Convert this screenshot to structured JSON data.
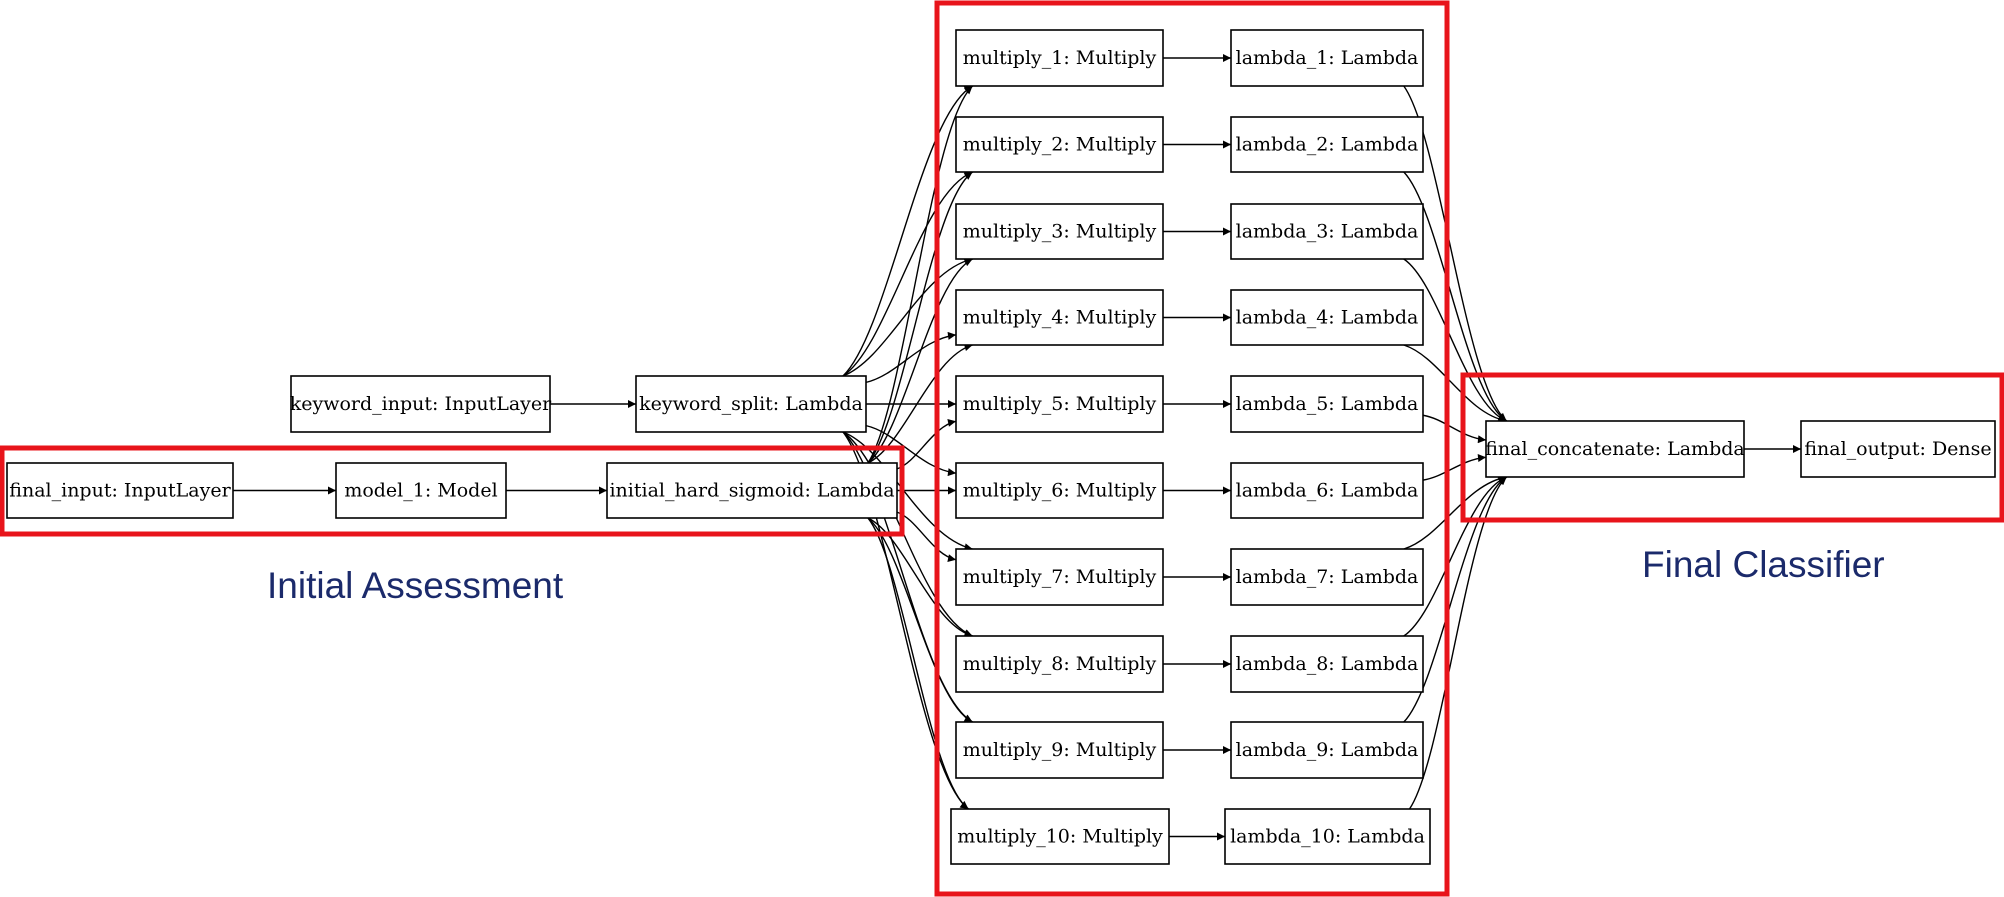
{
  "diagram": {
    "nodes": {
      "final_input": "final_input: InputLayer",
      "model_1": "model_1: Model",
      "initial_hard_sigmoid": "initial_hard_sigmoid: Lambda",
      "keyword_input": "keyword_input: InputLayer",
      "keyword_split": "keyword_split: Lambda",
      "multiply_1": "multiply_1: Multiply",
      "multiply_2": "multiply_2: Multiply",
      "multiply_3": "multiply_3: Multiply",
      "multiply_4": "multiply_4: Multiply",
      "multiply_5": "multiply_5: Multiply",
      "multiply_6": "multiply_6: Multiply",
      "multiply_7": "multiply_7: Multiply",
      "multiply_8": "multiply_8: Multiply",
      "multiply_9": "multiply_9: Multiply",
      "multiply_10": "multiply_10: Multiply",
      "lambda_1": "lambda_1: Lambda",
      "lambda_2": "lambda_2: Lambda",
      "lambda_3": "lambda_3: Lambda",
      "lambda_4": "lambda_4: Lambda",
      "lambda_5": "lambda_5: Lambda",
      "lambda_6": "lambda_6: Lambda",
      "lambda_7": "lambda_7: Lambda",
      "lambda_8": "lambda_8: Lambda",
      "lambda_9": "lambda_9: Lambda",
      "lambda_10": "lambda_10: Lambda",
      "final_concatenate": "final_concatenate: Lambda",
      "final_output": "final_output: Dense"
    },
    "edges": [
      [
        "final_input",
        "model_1"
      ],
      [
        "model_1",
        "initial_hard_sigmoid"
      ],
      [
        "keyword_input",
        "keyword_split"
      ],
      [
        "keyword_split",
        "multiply_1"
      ],
      [
        "keyword_split",
        "multiply_2"
      ],
      [
        "keyword_split",
        "multiply_3"
      ],
      [
        "keyword_split",
        "multiply_4"
      ],
      [
        "keyword_split",
        "multiply_5"
      ],
      [
        "keyword_split",
        "multiply_6"
      ],
      [
        "keyword_split",
        "multiply_7"
      ],
      [
        "keyword_split",
        "multiply_8"
      ],
      [
        "keyword_split",
        "multiply_9"
      ],
      [
        "keyword_split",
        "multiply_10"
      ],
      [
        "initial_hard_sigmoid",
        "multiply_1"
      ],
      [
        "initial_hard_sigmoid",
        "multiply_2"
      ],
      [
        "initial_hard_sigmoid",
        "multiply_3"
      ],
      [
        "initial_hard_sigmoid",
        "multiply_4"
      ],
      [
        "initial_hard_sigmoid",
        "multiply_5"
      ],
      [
        "initial_hard_sigmoid",
        "multiply_6"
      ],
      [
        "initial_hard_sigmoid",
        "multiply_7"
      ],
      [
        "initial_hard_sigmoid",
        "multiply_8"
      ],
      [
        "initial_hard_sigmoid",
        "multiply_9"
      ],
      [
        "initial_hard_sigmoid",
        "multiply_10"
      ],
      [
        "multiply_1",
        "lambda_1"
      ],
      [
        "multiply_2",
        "lambda_2"
      ],
      [
        "multiply_3",
        "lambda_3"
      ],
      [
        "multiply_4",
        "lambda_4"
      ],
      [
        "multiply_5",
        "lambda_5"
      ],
      [
        "multiply_6",
        "lambda_6"
      ],
      [
        "multiply_7",
        "lambda_7"
      ],
      [
        "multiply_8",
        "lambda_8"
      ],
      [
        "multiply_9",
        "lambda_9"
      ],
      [
        "multiply_10",
        "lambda_10"
      ],
      [
        "lambda_1",
        "final_concatenate"
      ],
      [
        "lambda_2",
        "final_concatenate"
      ],
      [
        "lambda_3",
        "final_concatenate"
      ],
      [
        "lambda_4",
        "final_concatenate"
      ],
      [
        "lambda_5",
        "final_concatenate"
      ],
      [
        "lambda_6",
        "final_concatenate"
      ],
      [
        "lambda_7",
        "final_concatenate"
      ],
      [
        "lambda_8",
        "final_concatenate"
      ],
      [
        "lambda_9",
        "final_concatenate"
      ],
      [
        "lambda_10",
        "final_concatenate"
      ],
      [
        "final_concatenate",
        "final_output"
      ]
    ],
    "regions": {
      "initial_assessment": "Initial Assessment",
      "final_classifier": "Final Classifier"
    },
    "colors": {
      "region_border": "#e8141b",
      "region_label": "#1b2a6b",
      "node_border": "#000000",
      "edge": "#000000"
    }
  }
}
